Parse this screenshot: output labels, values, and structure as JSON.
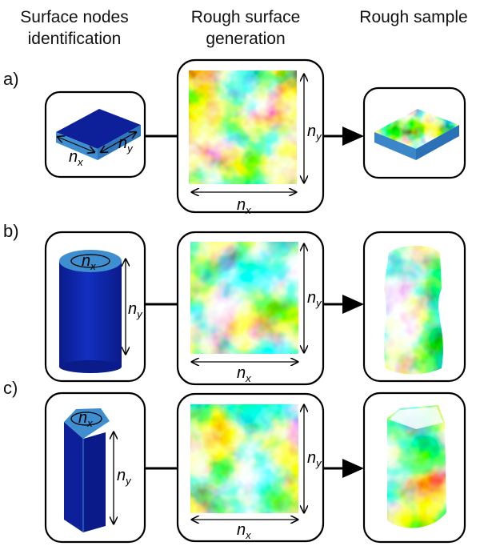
{
  "headers": {
    "col1": [
      "Surface nodes",
      "identification"
    ],
    "col2": [
      "Rough surface",
      "generation"
    ],
    "col3": [
      "Rough sample"
    ]
  },
  "rows": [
    {
      "label": "a)",
      "sample_shape": "square-slab",
      "map_palette": "jet"
    },
    {
      "label": "b)",
      "sample_shape": "cylinder",
      "map_palette": "jet"
    },
    {
      "label": "c)",
      "sample_shape": "pentagonal-prism",
      "map_palette": "jet"
    }
  ],
  "dims": {
    "x_base": "n",
    "x_sub": "x",
    "y_base": "n",
    "y_sub": "y"
  },
  "colors": {
    "node_dark": "#0b1f9c",
    "node_light": "#3f8fd0",
    "border": "#000000"
  }
}
